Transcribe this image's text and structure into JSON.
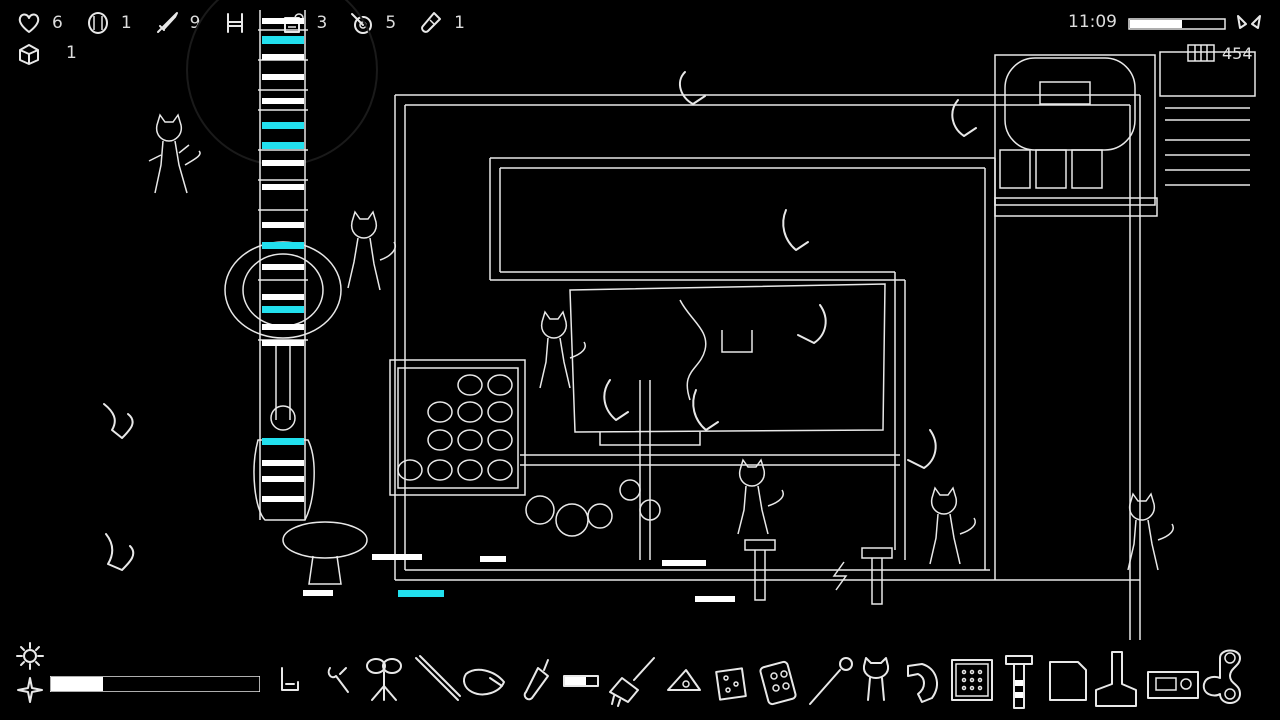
{
  "hud": {
    "resources": [
      {
        "name": "heart-icon",
        "count": "6"
      },
      {
        "name": "coin-icon",
        "count": "1"
      },
      {
        "name": "sword-icon",
        "count": "9"
      },
      {
        "name": "chair-icon",
        "count": ""
      },
      {
        "name": "machine-icon",
        "count": "3"
      },
      {
        "name": "target-icon",
        "count": "5"
      },
      {
        "name": "vial-icon",
        "count": "1"
      }
    ],
    "chest_count": "1",
    "clock": "11:09",
    "time_progress": 0.55,
    "battery_count": "454"
  },
  "colors": {
    "background": "#000000",
    "line": "#e8e8e8",
    "accent": "#22e0ee"
  },
  "toolbar": {
    "energy_progress": 0.25,
    "items": [
      "settings-gear-icon",
      "sparkle-icon",
      "energy-bar",
      "hook-icon",
      "wrench-icon",
      "drum-stand-icon",
      "stick-icon",
      "soap-icon",
      "screwdriver-icon",
      "battery-icon",
      "brush-icon",
      "tag-icon",
      "sponge-icon",
      "pill-pack-icon",
      "wand-icon",
      "cat-figure-icon",
      "magnet-icon",
      "grid-tile-icon",
      "pipe-valve-icon",
      "paper-icon",
      "boot-icon",
      "radio-icon",
      "bone-icon"
    ]
  }
}
